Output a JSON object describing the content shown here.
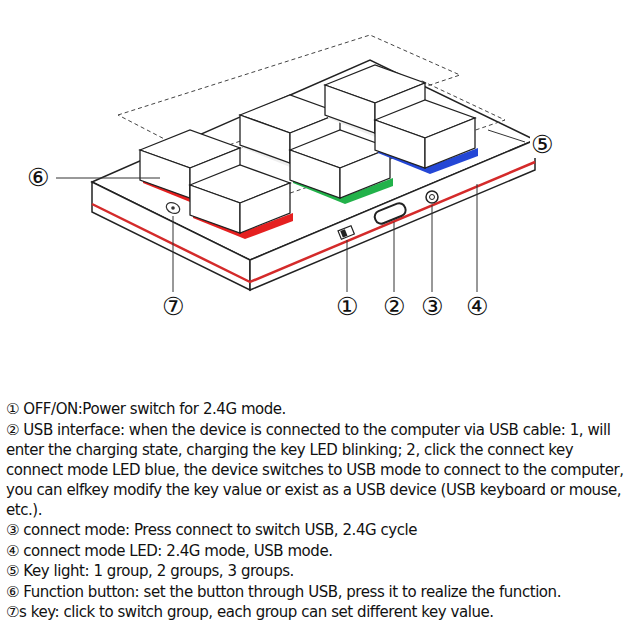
{
  "diagram": {
    "labels": [
      "⑥",
      "⑤",
      "⑦",
      "①",
      "②",
      "③",
      "④",
      "① OFF/ON:Power switch for 2.4G mode.",
      "② USB interface: when the device is connected to the computer via USB cable: 1, will enter the charging state, charging the key LED blinking; 2, click the connect key connect mode LED blue, the device switches to USB mode to connect to the computer, you can elfkey modify the key value or exist as a USB device (USB keyboard or mouse, etc.).",
      "③ connect mode: Press connect to switch USB, 2.4G cycle",
      "④ connect mode LED: 2.4G mode, USB mode.",
      "⑤ Key light: 1 group, 2 groups, 3 groups.",
      "⑥ Function button: set the button through USB, press it to realize the function.",
      "⑦s key: click to switch group, each group can set different key value."
    ]
  }
}
